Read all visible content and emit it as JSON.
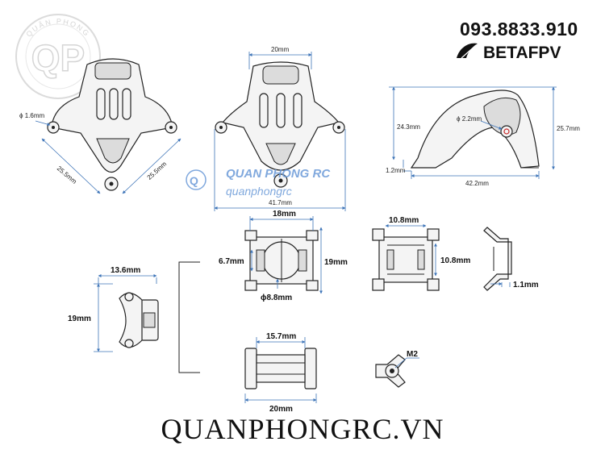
{
  "header": {
    "phone": "093.8833.910",
    "brand": "BETAFPV"
  },
  "watermark": {
    "logo_letters": "QP",
    "logo_arc_text": "QUÂN PHONG",
    "line1": "QUAN PHONG RC",
    "line2": "quanphongrc"
  },
  "views": {
    "front": {
      "hole_dia": "ϕ 1.6mm",
      "edge_left": "25.5mm",
      "edge_right": "25.5mm"
    },
    "rear": {
      "top_width": "20mm",
      "overall_width": "41.7mm"
    },
    "side": {
      "hole_dia": "ϕ 2.2mm",
      "inner_height": "24.3mm",
      "total_height": "25.7mm",
      "thickness": "1.2mm",
      "length": "42.2mm"
    },
    "bracket_front": {
      "width": "18mm",
      "inner": "6.7mm",
      "height": "19mm",
      "hole": "ϕ8.8mm"
    },
    "bracket_top": {
      "width": "10.8mm",
      "height": "10.8mm"
    },
    "bracket_side": {
      "thickness": "1.1mm"
    },
    "clip": {
      "width": "13.6mm",
      "height": "19mm"
    },
    "bottom_bar": {
      "inner": "15.7mm",
      "outer": "20mm"
    },
    "screw": {
      "label": "M2"
    }
  },
  "footer": {
    "site": "QUANPHONGRC.VN"
  }
}
